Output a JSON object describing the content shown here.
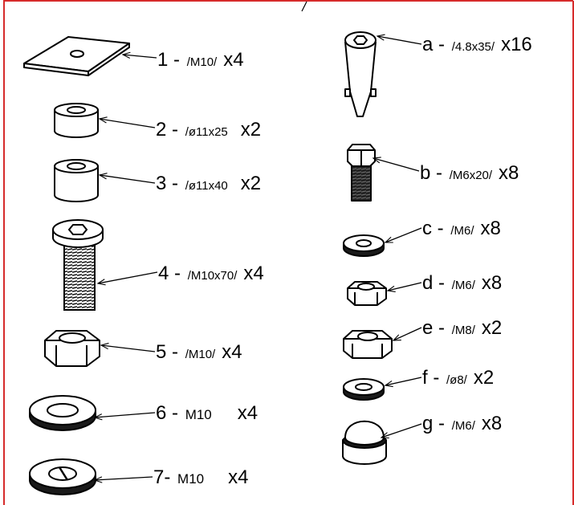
{
  "colors": {
    "frame": "#d62b2b",
    "ink": "#000000",
    "part_fill": "#ffffff",
    "dark_fill": "#1a1a1a"
  },
  "parts_left": [
    {
      "id": "1",
      "sep": " - ",
      "spec": "/M10/",
      "qty": "x4",
      "icon": "plate-icon"
    },
    {
      "id": "2",
      "sep": " - ",
      "spec": "/ø11x25",
      "qty": "x2",
      "icon": "spacer-short-icon"
    },
    {
      "id": "3",
      "sep": " - ",
      "spec": "/ø11x40",
      "qty": "x2",
      "icon": "spacer-long-icon"
    },
    {
      "id": "4",
      "sep": " - ",
      "spec": "/M10x70/",
      "qty": "x4",
      "icon": "socket-head-bolt-icon"
    },
    {
      "id": "5",
      "sep": " - ",
      "spec": "/M10/",
      "qty": "x4",
      "icon": "hex-nut-icon"
    },
    {
      "id": "6",
      "sep": " - ",
      "spec": "M10",
      "qty": "x4",
      "icon": "flat-washer-icon"
    },
    {
      "id": "7",
      "sep": "- ",
      "spec": "M10",
      "qty": "x4",
      "icon": "spring-washer-icon"
    }
  ],
  "parts_right": [
    {
      "id": "a",
      "sep": " - ",
      "spec": "/4.8x35/",
      "qty": "x16",
      "icon": "dowel-pin-icon"
    },
    {
      "id": "b",
      "sep": " - ",
      "spec": "/M6x20/",
      "qty": "x8",
      "icon": "hex-bolt-icon"
    },
    {
      "id": "c",
      "sep": " - ",
      "spec": "/M6/",
      "qty": "x8",
      "icon": "washer-icon"
    },
    {
      "id": "d",
      "sep": " - ",
      "spec": "/M6/",
      "qty": "x8",
      "icon": "hex-nut-small-icon"
    },
    {
      "id": "e",
      "sep": " - ",
      "spec": "/M8/",
      "qty": "x2",
      "icon": "hex-nut-medium-icon"
    },
    {
      "id": "f",
      "sep": " - ",
      "spec": "/ø8/",
      "qty": "x2",
      "icon": "washer-small-icon"
    },
    {
      "id": "g",
      "sep": " - ",
      "spec": "/M6/",
      "qty": "x8",
      "icon": "acorn-cap-nut-icon"
    }
  ]
}
